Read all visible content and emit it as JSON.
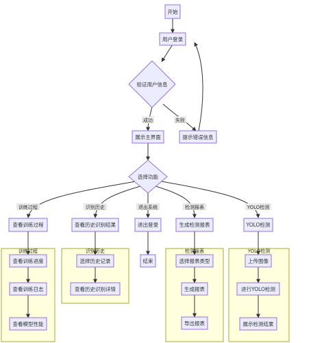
{
  "colors": {
    "node_fill": "#ECECFF",
    "node_stroke": "#9370DB",
    "group_fill": "#FFFFDE",
    "group_stroke": "#AAAA33",
    "edge": "#333333",
    "text": "#333333",
    "edge_label_bg": "#E8E8E8"
  },
  "nodes": {
    "start": "开始",
    "login": "用户登录",
    "verify": "验证用户信息",
    "main_ui": "展示主界面",
    "error": "提示错误信息",
    "choose": "选择功能",
    "view_training": "查看训练过程",
    "view_history": "查看历史识别结果",
    "logout": "退出登录",
    "gen_report": "生成检测报表",
    "yolo": "YOLO检测",
    "end": "结束",
    "train_progress": "查看训练进度",
    "train_log": "查看训练日志",
    "model_perf": "查看模型性能",
    "choose_history": "选择历史记录",
    "history_detail": "查看历史识别详情",
    "choose_report_type": "选择报表类型",
    "generate_report": "生成报表",
    "export_report": "导出报表",
    "upload_image": "上传图像",
    "run_yolo": "进行YOLO检测",
    "show_result": "展示检测结果"
  },
  "edge_labels": {
    "success": "成功",
    "fail": "失败",
    "training": "训练过程",
    "history": "识别历史",
    "exit": "退出系统",
    "report": "检测报表",
    "yolo": "YOLO检测"
  },
  "groups": {
    "training": "训练过程",
    "history": "识别历史",
    "report": "检测报表",
    "yolo": "YOLO检测"
  }
}
